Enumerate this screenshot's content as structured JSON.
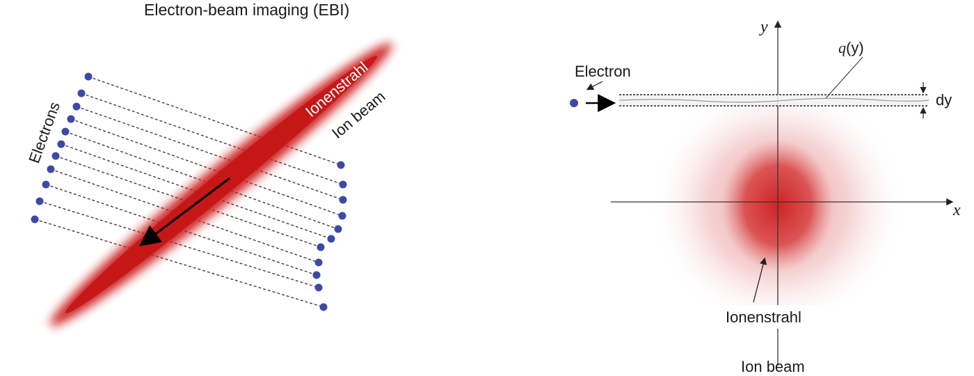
{
  "left_panel": {
    "title": "Electron-beam imaging (EBI)",
    "electrons_label": "Electrons",
    "ion_beam_label_de": "Ionenstrahl",
    "ion_beam_label_en": "Ion beam"
  },
  "right_panel": {
    "y_axis_label": "y",
    "x_axis_label": "x",
    "electron_label": "Electron",
    "q_label_func": "q",
    "q_label_arg": "(y)",
    "dy_label": "dy",
    "ion_beam_label_de": "Ionenstrahl",
    "ion_beam_label_en": "Ion beam"
  },
  "colors": {
    "ion_beam_red": "#cc1f1f",
    "electron_blue": "#3b4aa6",
    "dashed_line": "#4a3a3a"
  }
}
